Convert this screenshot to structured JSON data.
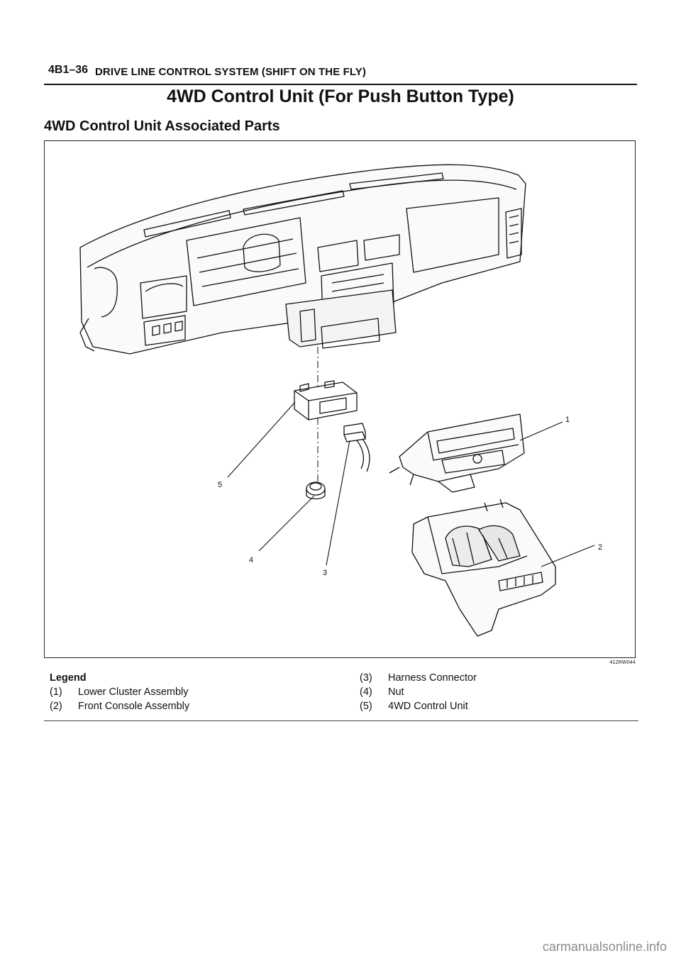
{
  "header": {
    "page_number": "4B1–36",
    "section_title": "DRIVE LINE CONTROL SYSTEM (SHIFT ON THE FLY)"
  },
  "title": "4WD Control Unit (For Push Button Type)",
  "subtitle": "4WD Control Unit Associated Parts",
  "figure": {
    "code": "412RW044",
    "callouts": [
      "1",
      "2",
      "3",
      "4",
      "5"
    ]
  },
  "legend": {
    "title": "Legend",
    "items": [
      {
        "num": "(1)",
        "label": "Lower Cluster Assembly"
      },
      {
        "num": "(2)",
        "label": "Front Console Assembly"
      },
      {
        "num": "(3)",
        "label": "Harness Connector"
      },
      {
        "num": "(4)",
        "label": "Nut"
      },
      {
        "num": "(5)",
        "label": "4WD Control Unit"
      }
    ]
  },
  "watermark": "carmanualsonline.info"
}
